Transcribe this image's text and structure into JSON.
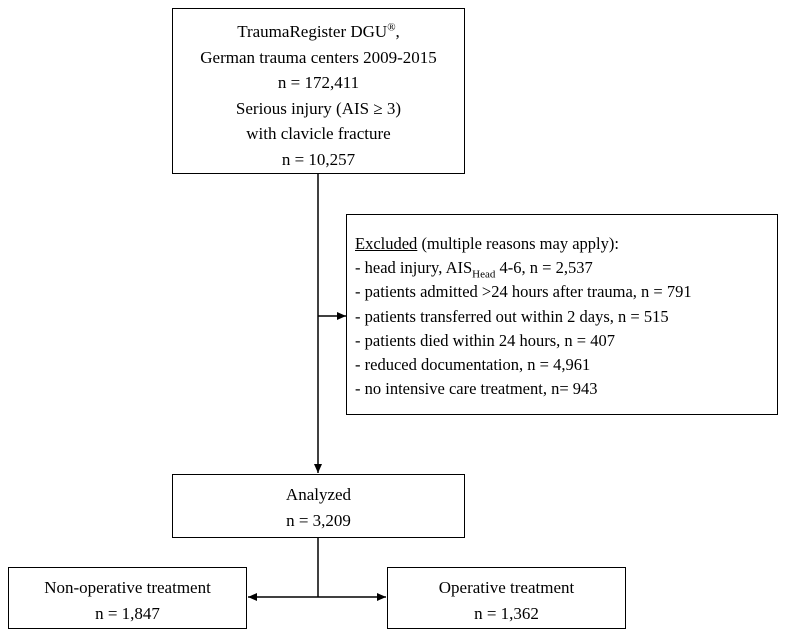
{
  "top_box": {
    "line1_prefix": "TraumaRegister DGU",
    "line1_sup": "®",
    "line1_suffix": ",",
    "line2": "German trauma centers 2009-2015",
    "line3": "n = 172,411",
    "line4": "Serious injury (AIS ≥ 3)",
    "line5": "with clavicle fracture",
    "line6": "n = 10,257"
  },
  "excluded_box": {
    "heading": "Excluded",
    "heading_note": " (multiple reasons may apply):",
    "item1_prefix": "- head injury, AIS",
    "item1_sub": "Head",
    "item1_suffix": " 4-6, n = 2,537",
    "items": [
      "- patients admitted >24 hours after trauma, n = 791",
      "- patients transferred out within 2 days, n = 515",
      "- patients died within 24 hours, n = 407",
      "- reduced documentation, n = 4,961",
      "- no intensive care treatment, n= 943"
    ]
  },
  "analyzed_box": {
    "line1": "Analyzed",
    "line2": "n = 3,209"
  },
  "nonop_box": {
    "line1": "Non-operative treatment",
    "line2": "n = 1,847"
  },
  "op_box": {
    "line1": "Operative treatment",
    "line2": "n = 1,362"
  }
}
